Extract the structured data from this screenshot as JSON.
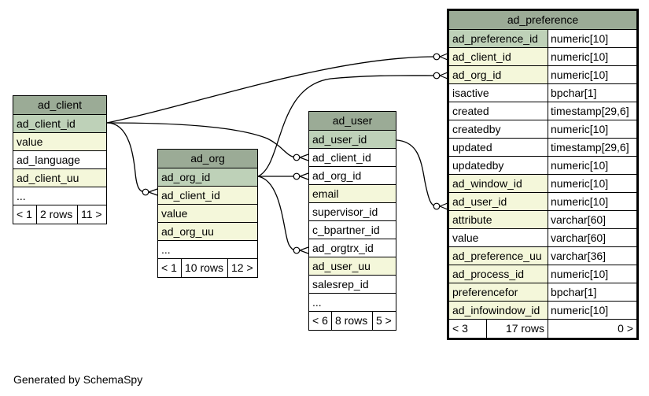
{
  "tables": {
    "ad_client": {
      "name": "ad_client",
      "columns": [
        "ad_client_id",
        "value",
        "ad_language",
        "ad_client_uu",
        "..."
      ],
      "footer": [
        "< 1",
        "2 rows",
        "11 >"
      ]
    },
    "ad_org": {
      "name": "ad_org",
      "columns": [
        "ad_org_id",
        "ad_client_id",
        "value",
        "ad_org_uu",
        "..."
      ],
      "footer": [
        "< 1",
        "10 rows",
        "12 >"
      ]
    },
    "ad_user": {
      "name": "ad_user",
      "columns": [
        "ad_user_id",
        "ad_client_id",
        "ad_org_id",
        "email",
        "supervisor_id",
        "c_bpartner_id",
        "ad_orgtrx_id",
        "ad_user_uu",
        "salesrep_id",
        "..."
      ],
      "footer": [
        "< 6",
        "8 rows",
        "5 >"
      ]
    },
    "ad_preference": {
      "name": "ad_preference",
      "columns": [
        {
          "name": "ad_preference_id",
          "type": "numeric[10]"
        },
        {
          "name": "ad_client_id",
          "type": "numeric[10]"
        },
        {
          "name": "ad_org_id",
          "type": "numeric[10]"
        },
        {
          "name": "isactive",
          "type": "bpchar[1]"
        },
        {
          "name": "created",
          "type": "timestamp[29,6]"
        },
        {
          "name": "createdby",
          "type": "numeric[10]"
        },
        {
          "name": "updated",
          "type": "timestamp[29,6]"
        },
        {
          "name": "updatedby",
          "type": "numeric[10]"
        },
        {
          "name": "ad_window_id",
          "type": "numeric[10]"
        },
        {
          "name": "ad_user_id",
          "type": "numeric[10]"
        },
        {
          "name": "attribute",
          "type": "varchar[60]"
        },
        {
          "name": "value",
          "type": "varchar[60]"
        },
        {
          "name": "ad_preference_uu",
          "type": "varchar[36]"
        },
        {
          "name": "ad_process_id",
          "type": "numeric[10]"
        },
        {
          "name": "preferencefor",
          "type": "bpchar[1]"
        },
        {
          "name": "ad_infowindow_id",
          "type": "numeric[10]"
        }
      ],
      "footer": [
        "< 3",
        "17 rows",
        "0 >"
      ]
    }
  },
  "generated_by": "Generated by SchemaSpy"
}
